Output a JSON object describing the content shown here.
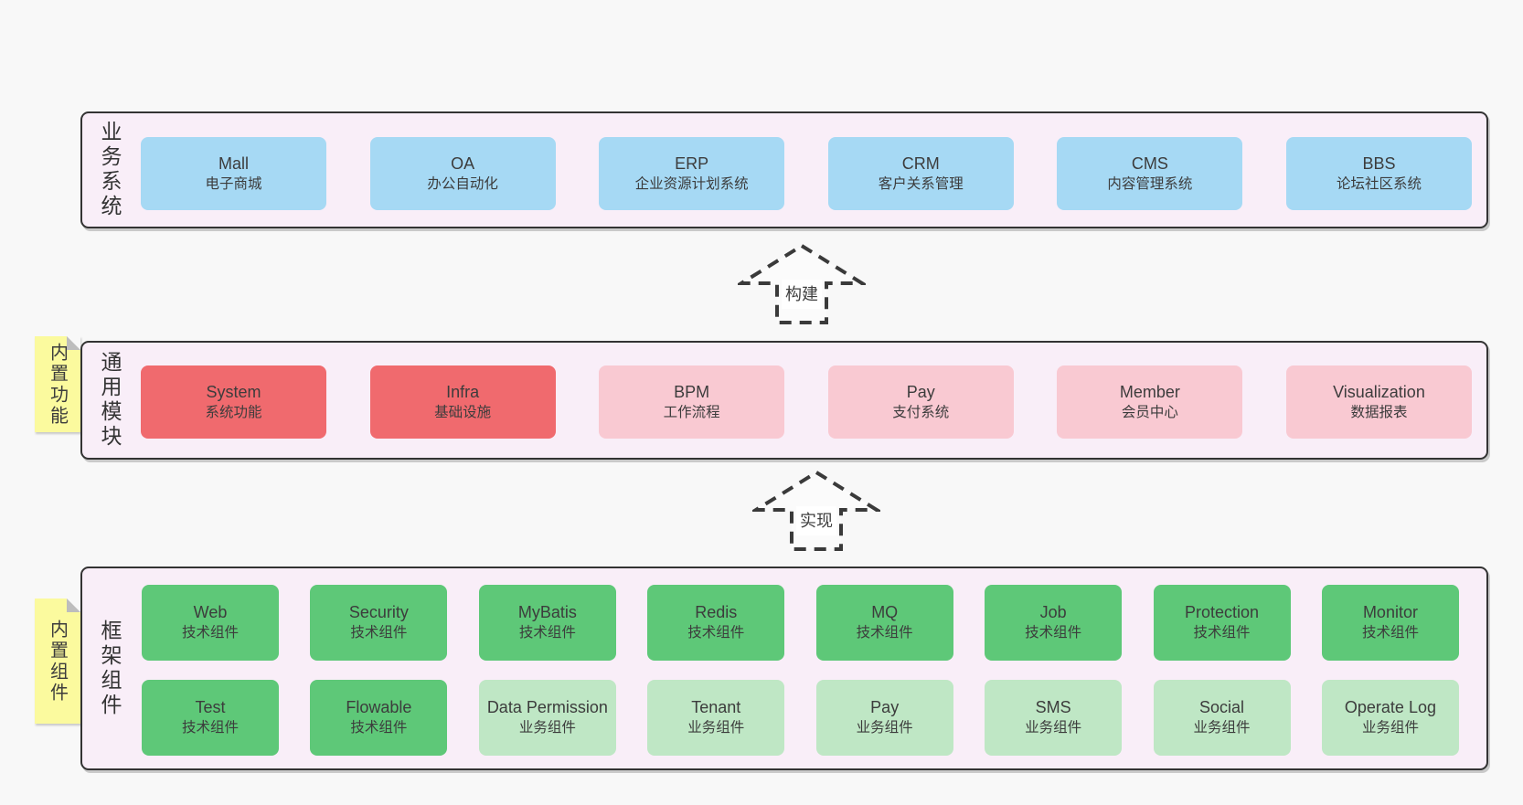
{
  "colors": {
    "page_bg": "#f8f8f8",
    "band_bg": "#f9eef8",
    "band_border": "#333333",
    "blue_box": "#a6d9f4",
    "red_box": "#f06a6e",
    "pink_box": "#f9c9d2",
    "green_box": "#5ec878",
    "light_green_box": "#bfe7c5",
    "sticky_yellow": "#fbfa9e",
    "text": "#3c3c3c"
  },
  "arrows": [
    {
      "label": "构建"
    },
    {
      "label": "实现"
    }
  ],
  "stickies": [
    {
      "label": "内置功能"
    },
    {
      "label": "内置组件"
    }
  ],
  "bands": {
    "business": {
      "label": "业务系统",
      "boxes": [
        {
          "en": "Mall",
          "zh": "电子商城",
          "variant": "blue"
        },
        {
          "en": "OA",
          "zh": "办公自动化",
          "variant": "blue"
        },
        {
          "en": "ERP",
          "zh": "企业资源计划系统",
          "variant": "blue"
        },
        {
          "en": "CRM",
          "zh": "客户关系管理",
          "variant": "blue"
        },
        {
          "en": "CMS",
          "zh": "内容管理系统",
          "variant": "blue"
        },
        {
          "en": "BBS",
          "zh": "论坛社区系统",
          "variant": "blue"
        }
      ]
    },
    "modules": {
      "label": "通用模块",
      "boxes": [
        {
          "en": "System",
          "zh": "系统功能",
          "variant": "red"
        },
        {
          "en": "Infra",
          "zh": "基础设施",
          "variant": "red"
        },
        {
          "en": "BPM",
          "zh": "工作流程",
          "variant": "pink"
        },
        {
          "en": "Pay",
          "zh": "支付系统",
          "variant": "pink"
        },
        {
          "en": "Member",
          "zh": "会员中心",
          "variant": "pink"
        },
        {
          "en": "Visualization",
          "zh": "数据报表",
          "variant": "pink"
        }
      ]
    },
    "framework": {
      "label": "框架组件",
      "row1": [
        {
          "en": "Web",
          "zh": "技术组件",
          "variant": "green"
        },
        {
          "en": "Security",
          "zh": "技术组件",
          "variant": "green"
        },
        {
          "en": "MyBatis",
          "zh": "技术组件",
          "variant": "green"
        },
        {
          "en": "Redis",
          "zh": "技术组件",
          "variant": "green"
        },
        {
          "en": "MQ",
          "zh": "技术组件",
          "variant": "green"
        },
        {
          "en": "Job",
          "zh": "技术组件",
          "variant": "green"
        },
        {
          "en": "Protection",
          "zh": "技术组件",
          "variant": "green"
        },
        {
          "en": "Monitor",
          "zh": "技术组件",
          "variant": "green"
        }
      ],
      "row2": [
        {
          "en": "Test",
          "zh": "技术组件",
          "variant": "green"
        },
        {
          "en": "Flowable",
          "zh": "技术组件",
          "variant": "green"
        },
        {
          "en": "Data Permission",
          "zh": "业务组件",
          "variant": "light-green"
        },
        {
          "en": "Tenant",
          "zh": "业务组件",
          "variant": "light-green"
        },
        {
          "en": "Pay",
          "zh": "业务组件",
          "variant": "light-green"
        },
        {
          "en": "SMS",
          "zh": "业务组件",
          "variant": "light-green"
        },
        {
          "en": "Social",
          "zh": "业务组件",
          "variant": "light-green"
        },
        {
          "en": "Operate Log",
          "zh": "业务组件",
          "variant": "light-green"
        }
      ]
    }
  }
}
